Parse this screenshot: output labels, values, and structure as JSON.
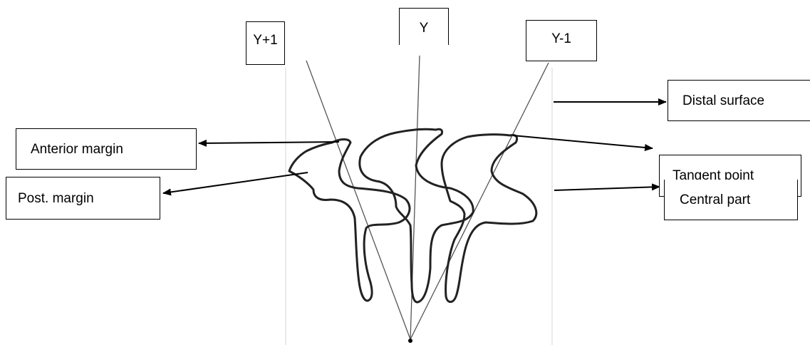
{
  "labels": {
    "y_plus_1": "Y+1",
    "y": "Y",
    "y_minus_1": "Y-1",
    "distal_surface": "Distal surface",
    "anterior_margin": "Anterior margin",
    "tangent_point": "Tangent point",
    "post_margin": "Post. margin",
    "central_part": "Central part"
  },
  "colors": {
    "line": "#000000",
    "outline": "#222222",
    "frame": "#d6d6d6"
  }
}
